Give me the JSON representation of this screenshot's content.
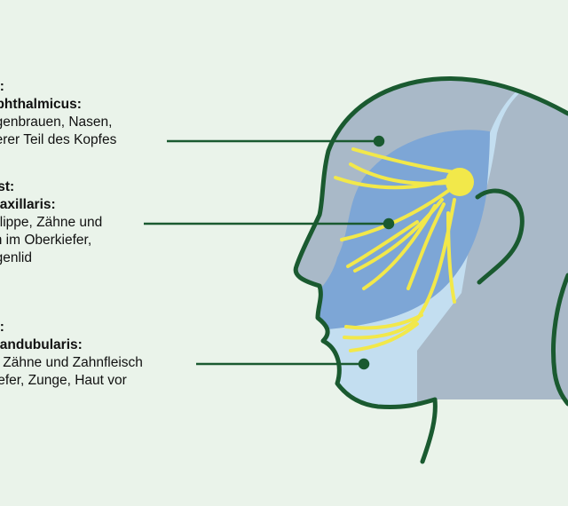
{
  "branches": [
    {
      "heading": [
        "st:",
        "ophthalmicus:"
      ],
      "lines": [
        "ugenbrauen, Nasen,",
        "derer Teil des Kopfes"
      ]
    },
    {
      "heading": [
        "Ast:",
        "maxillaris:"
      ],
      "lines": [
        "erlippe, Zähne und",
        "ch im Oberkiefer,",
        "ugenlid"
      ]
    },
    {
      "heading": [
        "st:",
        "mandubularis:"
      ],
      "lines": [
        "e, Zähne und Zahnfleisch",
        "kiefer, Zunge, Haut vor"
      ]
    }
  ],
  "colors": {
    "background": "#eaf3ea",
    "outline": "#1a5a30",
    "zone_ophthalmicus": "#a9b9c8",
    "zone_maxillaris": "#7da6d6",
    "zone_mandibularis": "#c3def0",
    "nerve": "#f2e84a"
  }
}
